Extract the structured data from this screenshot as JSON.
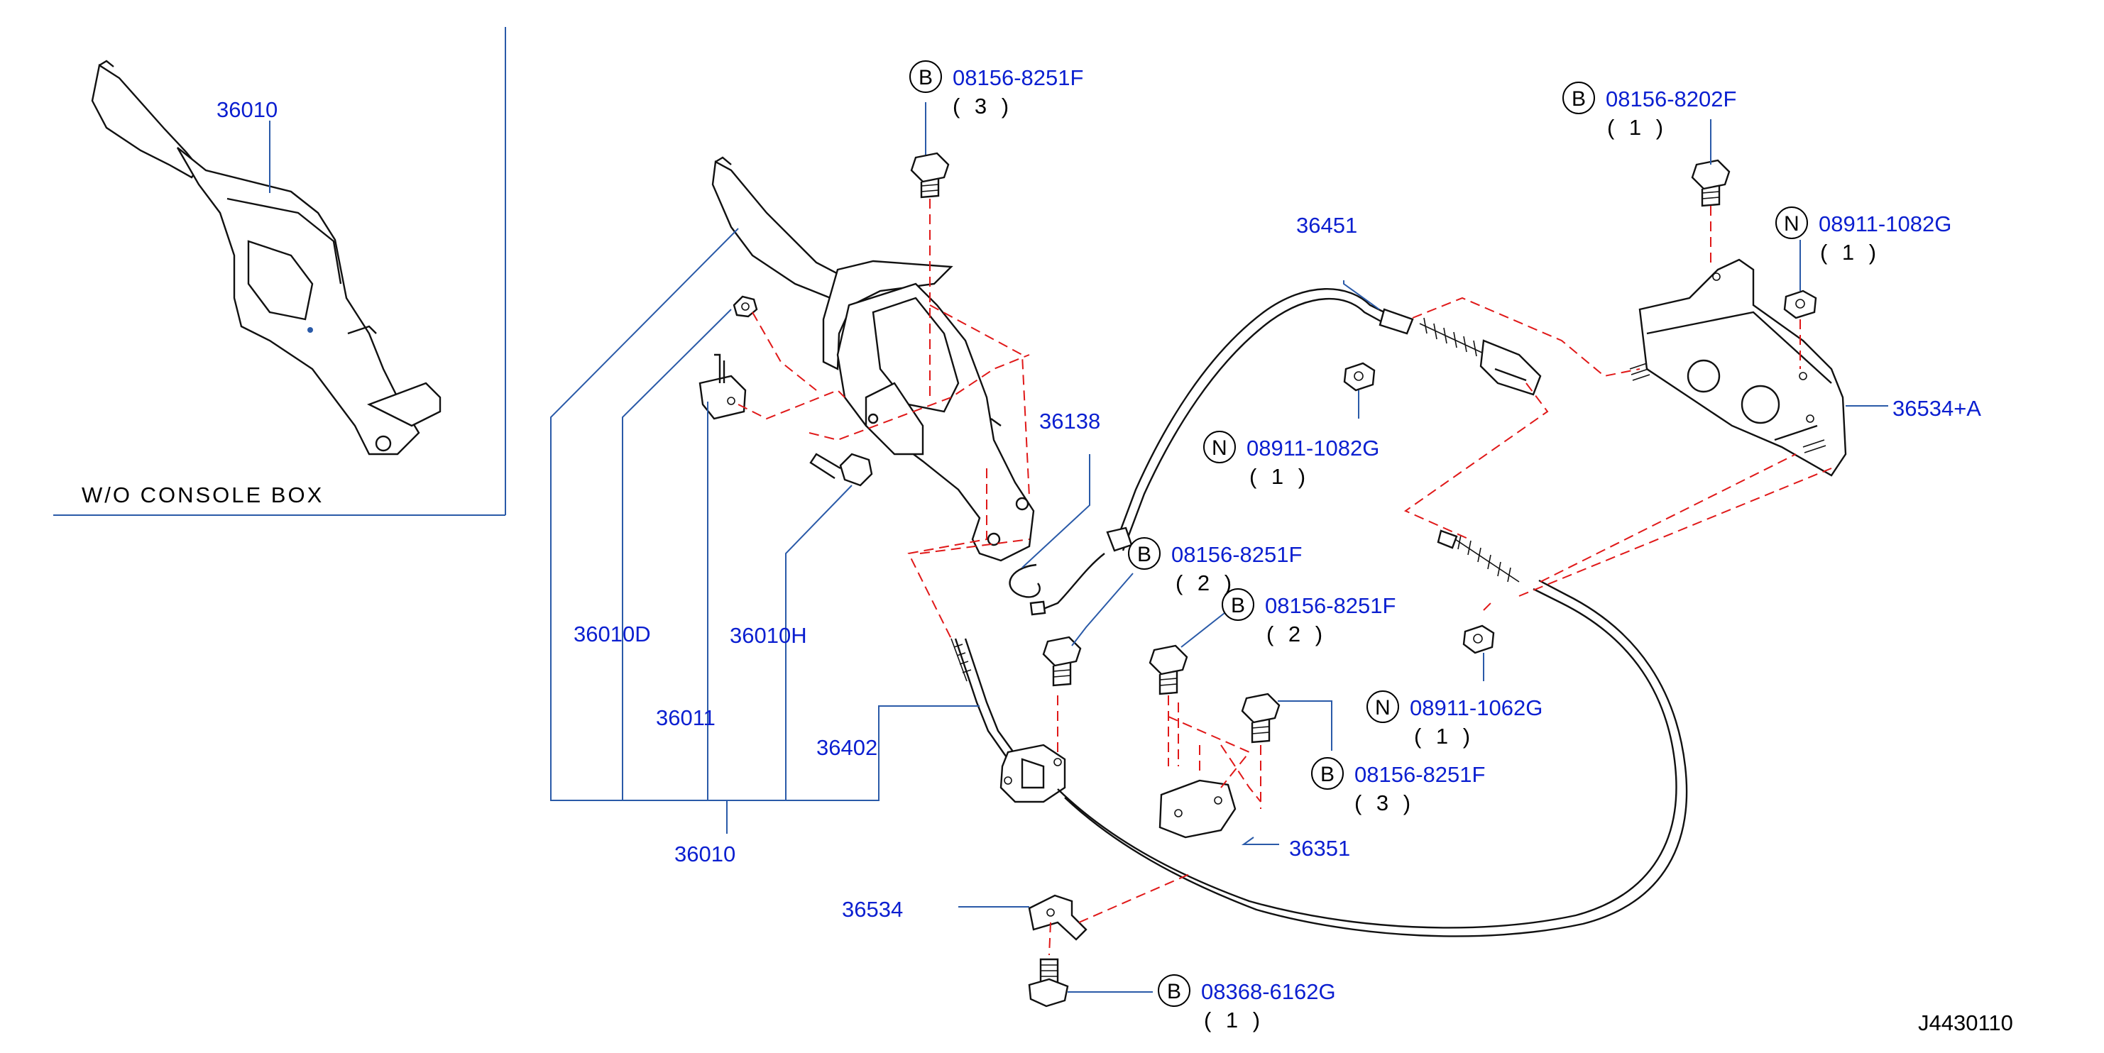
{
  "inset": {
    "caption": "W/O  CONSOLE  BOX",
    "part_number": "36010"
  },
  "parts": {
    "p36010": "36010",
    "p36010d": "36010D",
    "p36010h": "36010H",
    "p36011": "36011",
    "p36402": "36402",
    "p36138": "36138",
    "p36451": "36451",
    "p36351": "36351",
    "p36534": "36534",
    "p36534a": "36534+A"
  },
  "fasteners": [
    {
      "prefix": "B",
      "part": "08156-8251F",
      "qty": "( 3 )"
    },
    {
      "prefix": "B",
      "part": "08156-8202F",
      "qty": "( 1 )"
    },
    {
      "prefix": "N",
      "part": "08911-1082G",
      "qty": "( 1 )"
    },
    {
      "prefix": "N",
      "part": "08911-1082G",
      "qty": "( 1 )"
    },
    {
      "prefix": "B",
      "part": "08156-8251F",
      "qty": "( 2 )"
    },
    {
      "prefix": "B",
      "part": "08156-8251F",
      "qty": "( 2 )"
    },
    {
      "prefix": "N",
      "part": "08911-1062G",
      "qty": "( 1 )"
    },
    {
      "prefix": "B",
      "part": "08156-8251F",
      "qty": "( 3 )"
    },
    {
      "prefix": "B",
      "part": "08368-6162G",
      "qty": "( 1 )"
    }
  ],
  "diagram_code": "J4430110",
  "colors": {
    "label": "#0b1fd0",
    "leader": "#2a5aa8",
    "dashed": "#e01818",
    "outline": "#111111"
  }
}
